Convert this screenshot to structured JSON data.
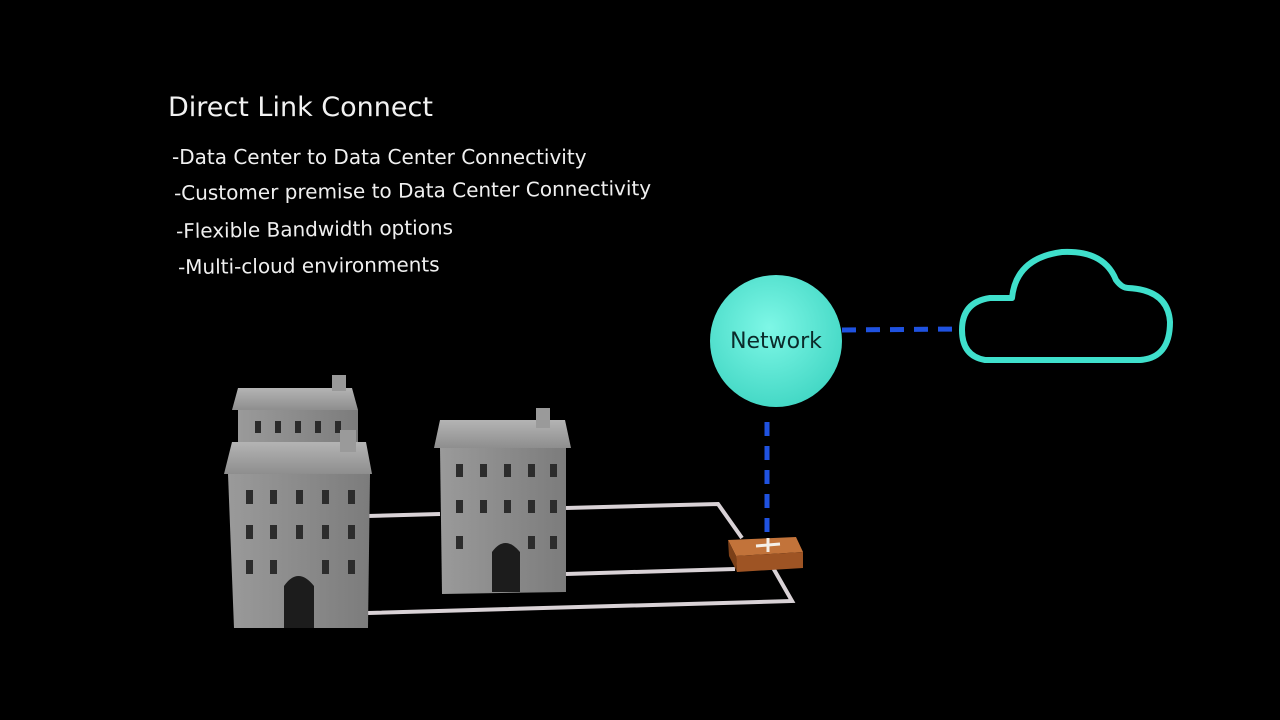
{
  "diagram": {
    "title": "Direct Link Connect",
    "bullets": [
      "-Data Center to Data Center Connectivity",
      "-Customer premise to Data Center Connectivity",
      "-Flexible Bandwidth options",
      "-Multi-cloud environments"
    ],
    "network_label": "Network",
    "colors": {
      "background": "#000000",
      "network_node": "#5ef0dc",
      "cloud_outline": "#3fe0cc",
      "dashed_link": "#1f52e0",
      "cable": "#d9d2d6",
      "router": "#b5652a",
      "building": "#8a8a8a"
    },
    "icons": [
      "data-center-building-icon",
      "router-icon",
      "cloud-icon"
    ]
  }
}
